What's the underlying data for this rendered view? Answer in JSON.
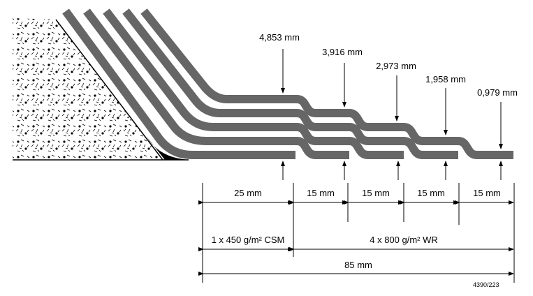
{
  "thickness_labels": [
    "4,853 mm",
    "3,916 mm",
    "2,973 mm",
    "1,958 mm",
    "0,979 mm"
  ],
  "step_widths": [
    "25 mm",
    "15 mm",
    "15 mm",
    "15 mm",
    "15 mm"
  ],
  "materials": {
    "csm": "1 x 450 g/m² CSM",
    "wr": "4 x 800 g/m² WR"
  },
  "total_length": "85 mm",
  "figure_number": "4390/223",
  "colors": {
    "ply": "#666666",
    "ink": "#000000"
  }
}
